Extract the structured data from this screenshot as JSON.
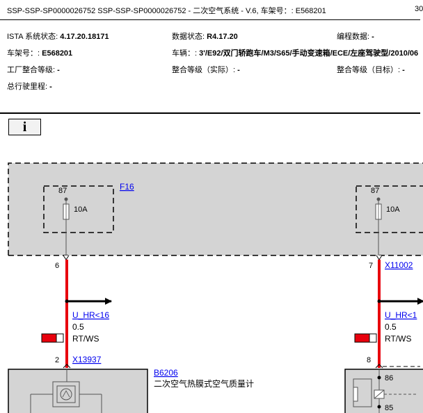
{
  "header": {
    "title": "SSP-SSP-SP0000026752 SSP-SSP-SP0000026752 - 二次空气系统 - V.6, 车架号：: E568201",
    "page_number": "30"
  },
  "info": {
    "ista_label": "ISTA 系统状态: ",
    "ista_value": "4.17.20.18171",
    "data_label": "数据状态: ",
    "data_value": "R4.17.20",
    "prog_label": "编程数据: ",
    "prog_value": "-",
    "vin_label": "车架号：: ",
    "vin_value": "E568201",
    "vehicle_label": "车辆：: ",
    "vehicle_value": "3'/E92/双门轿跑车/M3/S65/手动变速箱/ECE/左座驾驶型/2010/06",
    "factory_label": "工厂整合等级: ",
    "factory_value": "-",
    "actual_label": "整合等级（实际）: ",
    "actual_value": "-",
    "target_label": "整合等级（目标）: ",
    "target_value": "-",
    "mileage_label": "总行驶里程: ",
    "mileage_value": "-"
  },
  "info_icon": "i",
  "diagram": {
    "left": {
      "fuse_pin": "87",
      "fuse_rating": "10A",
      "fuse_link": "F16",
      "wire_pin": "6",
      "signal": "U_HR<16",
      "cross_section": "0.5",
      "color_code": "RT/WS",
      "connector_pin": "2",
      "connector_link": "X13937",
      "component_link": "B6206",
      "component_name": "二次空气热膜式空气质量计"
    },
    "right": {
      "fuse_pin": "87",
      "fuse_rating": "10A",
      "wire_pin": "7",
      "wire_link": "X11002",
      "signal": "U_HR<1",
      "cross_section": "0.5",
      "color_code": "RT/WS",
      "connector_pin": "8",
      "relay_pin_top": "86",
      "relay_pin_bottom": "85"
    }
  },
  "colors": {
    "wire": "#e8000d",
    "gray_box": "#d4d4d4",
    "link": "#0000ee"
  }
}
